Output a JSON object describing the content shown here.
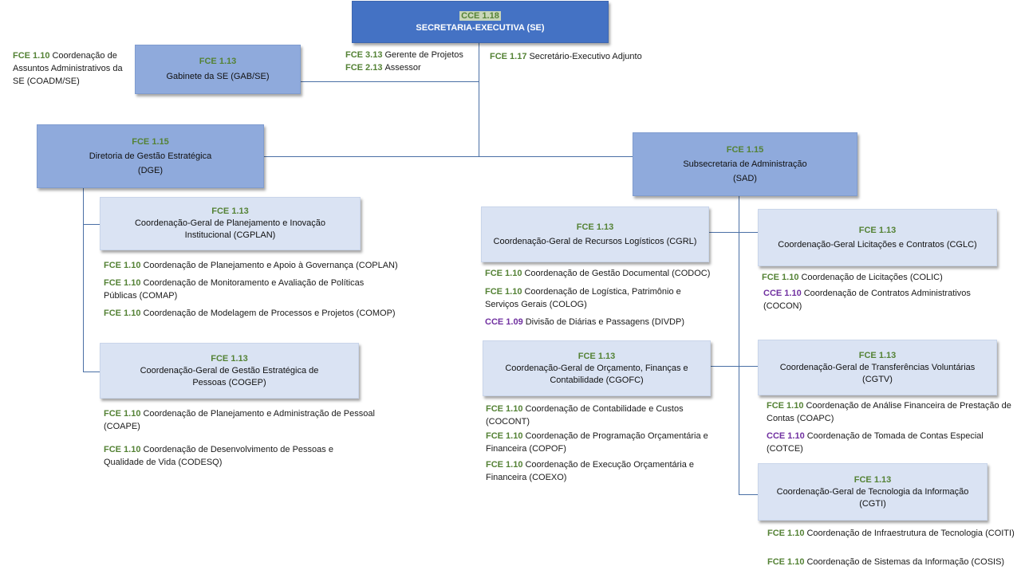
{
  "colors": {
    "dark_box": "#4472c4",
    "mid_box": "#8faadc",
    "light_box": "#dae3f3",
    "code_green": "#548235",
    "code_purple": "#7030a0",
    "connector": "#4a6fa5"
  },
  "se": {
    "code": "CCE 1.18",
    "name": "SECRETARIA-EXECUTIVA  (SE)"
  },
  "se_roles": [
    {
      "code": "FCE 3.13",
      "text": "Gerente de Projetos"
    },
    {
      "code": "FCE 2.13",
      "text": "Assessor"
    }
  ],
  "se_adjunto": {
    "code": "FCE 1.17",
    "text": "Secretário-Executivo Adjunto"
  },
  "gab": {
    "code": "FCE 1.13",
    "name": "Gabinete da SE (GAB/SE)"
  },
  "coadm": {
    "code": "FCE 1.10",
    "text": "Coordenação de Assuntos Administrativos da SE (COADM/SE)"
  },
  "dge": {
    "code": "FCE 1.15",
    "name": "Diretoria de Gestão Estratégica",
    "acronym": "(DGE)"
  },
  "sad": {
    "code": "FCE 1.15",
    "name": "Subsecretaria de Administração",
    "acronym": "(SAD)"
  },
  "cgplan": {
    "code": "FCE 1.13",
    "name": "Coordenação-Geral de Planejamento e Inovação Institucional  (CGPLAN)",
    "items": [
      {
        "code": "FCE 1.10",
        "text": "Coordenação de Planejamento e Apoio à Governança  (COPLAN)"
      },
      {
        "code": "FCE 1.10",
        "text": "Coordenação de Monitoramento e Avaliação  de Políticas Públicas (COMAP)"
      },
      {
        "code": "FCE 1.10",
        "text": "Coordenação de Modelagem de Processos  e Projetos (COMOP)"
      }
    ]
  },
  "cogep": {
    "code": "FCE 1.13",
    "name": "Coordenação-Geral de Gestão Estratégica  de Pessoas (COGEP)",
    "items": [
      {
        "code": "FCE 1.10",
        "text": "Coordenação de Planejamento e Administração  de Pessoal (COAPE)"
      },
      {
        "code": "FCE 1.10",
        "text": "Coordenação de Desenvolvimento de Pessoas  e Qualidade  de Vida (CODESQ)"
      }
    ]
  },
  "cgrl": {
    "code": "FCE 1.13",
    "name": "Coordenação-Geral de Recursos Logísticos  (CGRL)",
    "items": [
      {
        "code": "FCE 1.10",
        "text": "Coordenação de Gestão Documental (CODOC)"
      },
      {
        "code": "FCE 1.10",
        "text": "Coordenação de Logística,  Patrimônio  e Serviços Gerais (COLOG)"
      },
      {
        "code": "CCE 1.09",
        "text": "Divisão  de  Diárias  e Passagens  (DIVDP)"
      }
    ]
  },
  "cgofc": {
    "code": "FCE 1.13",
    "name": "Coordenação-Geral de Orçamento, Finanças  e Contabilidade  (CGOFC)",
    "items": [
      {
        "code": "FCE 1.10",
        "text": "Coordenação  de Contabilidade  e Custos (COCONT)"
      },
      {
        "code": "FCE 1.10",
        "text": "Coordenação  de Programação  Orçamentária  e Financeira  (COPOF)"
      },
      {
        "code": "FCE 1.10",
        "text": "Coordenação  de Execução  Orçamentária  e Financeira  (COEXO)"
      }
    ]
  },
  "cglc": {
    "code": "FCE 1.13",
    "name": "Coordenação-Geral  Licitações  e Contratos  (CGLC)",
    "items": [
      {
        "code": "FCE 1.10",
        "text": "Coordenação  de Licitações  (COLIC)"
      },
      {
        "code": "CCE 1.10",
        "text": "Coordenação  de  Contratos  Administrativos (COCON)"
      }
    ]
  },
  "cgtv": {
    "code": "FCE 1.13",
    "name": "Coordenação-Geral  de Transferências  Voluntárias (CGTV)",
    "items": [
      {
        "code": "FCE 1.10",
        "text": "Coordenação de Análise Financeira  de Prestação de Contas (COAPC)"
      },
      {
        "code": "CCE 1.10",
        "text": "Coordenação  de Tomada  de Contas  Especial (COTCE)"
      }
    ]
  },
  "cgti": {
    "code": "FCE 1.13",
    "name": "Coordenação-Geral  de Tecnologia  da Informação (CGTI)",
    "items": [
      {
        "code": "FCE 1.10",
        "text": "Coordenação de Infraestrutura de Tecnologia (COITI)"
      },
      {
        "code": "FCE 1.10",
        "text": "Coordenação de Sistemas da Informação  (COSIS)"
      }
    ]
  }
}
